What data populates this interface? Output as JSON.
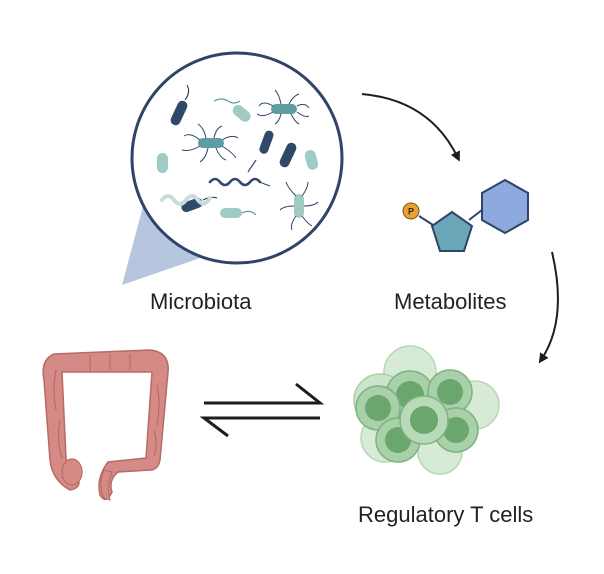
{
  "labels": {
    "microbiota": "Microbiota",
    "metabolites": "Metabolites",
    "regulatory_t_cells": "Regulatory T cells"
  },
  "phosphate_label": "P",
  "colors": {
    "circle_border": "#2f4468",
    "zoom_wedge": "#a9bcd8",
    "rod_dark": "#2f4a69",
    "rod_teal": "#5d9ea4",
    "rod_light": "#9fcbc4",
    "pentagon": "#6aa7b8",
    "hexagon": "#8da9de",
    "phosphate": "#e7a137",
    "colon": "#d58a86",
    "cell_fill": "#a9d1a9",
    "cell_nucleus": "#6aa66d",
    "arrow": "#1d1d1d"
  }
}
